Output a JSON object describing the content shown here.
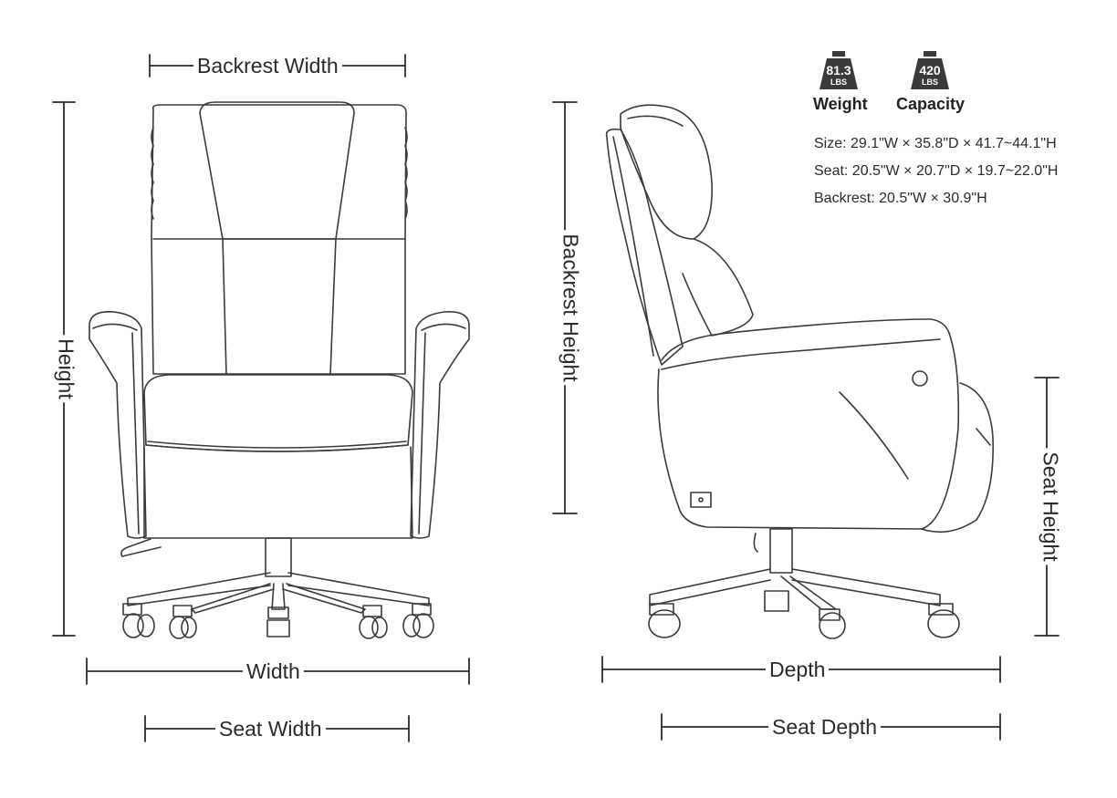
{
  "labels": {
    "backrest_width": "Backrest Width",
    "height": "Height",
    "width": "Width",
    "seat_width": "Seat Width",
    "backrest_height": "Backrest Height",
    "depth": "Depth",
    "seat_depth": "Seat Depth",
    "seat_height": "Seat Height"
  },
  "badges": {
    "weight": {
      "value": "81.3",
      "unit": "LBS",
      "label": "Weight",
      "icon": "weight-icon"
    },
    "capacity": {
      "value": "420",
      "unit": "LBS",
      "label": "Capacity",
      "icon": "weight-icon"
    }
  },
  "specs": {
    "size": "Size: 29.1\"W × 35.8\"D × 41.7~44.1\"H",
    "seat": "Seat: 20.5\"W × 20.7\"D × 19.7~22.0\"H",
    "backrest": "Backrest: 20.5\"W × 30.9\"H"
  },
  "colors": {
    "line": "#2a2a2a",
    "badge": "#3a3a3a"
  }
}
